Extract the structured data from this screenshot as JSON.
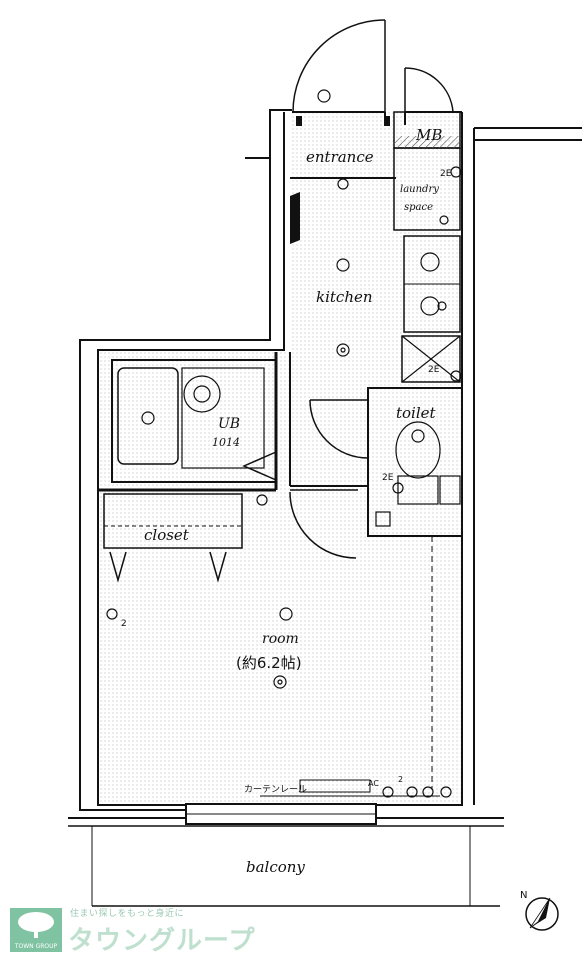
{
  "rooms": {
    "entrance": "entrance",
    "mb": "MB",
    "laundry_line1": "laundry",
    "laundry_line2": "space",
    "kitchen": "kitchen",
    "ub": "UB",
    "ub_size": "1014",
    "toilet": "toilet",
    "closet": "closet",
    "room": "room",
    "room_size": "(約6.2帖)",
    "balcony": "balcony",
    "curtain": "カーテンレール"
  },
  "symbols": {
    "outlet_2e_1": "2E",
    "outlet_2e_2": "2E",
    "outlet_2e_3": "2E",
    "outlet_count": "2",
    "ac_label": "AC",
    "ac_count": "2",
    "north": "N"
  },
  "footer": {
    "tagline": "住まい探しをもっと身近に",
    "brand": "タウングループ",
    "logo_text": "TOWN GROUP",
    "brand_color": "#bfe0cf",
    "logo_color": "#7fc3a2"
  }
}
